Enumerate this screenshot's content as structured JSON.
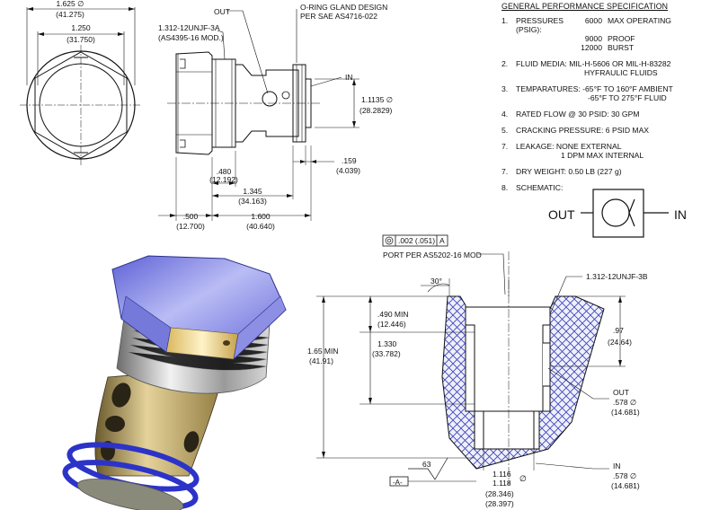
{
  "spec": {
    "heading": "GENERAL PERFORMANCE SPECIFICATION",
    "items": [
      {
        "num": "1.",
        "label": "PRESSURES (PSIG):",
        "rows": [
          {
            "value": "6000",
            "desc": "MAX OPERATING"
          },
          {
            "value": "9000",
            "desc": "PROOF"
          },
          {
            "value": "12000",
            "desc": "BURST"
          }
        ]
      },
      {
        "num": "2.",
        "lines": [
          "FLUID MEDIA: MIL-H-5606 OR MIL-H-83282",
          "HYFRAULIC FLUIDS"
        ]
      },
      {
        "num": "3.",
        "lines": [
          "TEMPARATURES:  -65°F TO 160°F AMBIENT",
          "-65°F TO 275°F FLUID"
        ]
      },
      {
        "num": "4.",
        "lines": [
          "RATED FLOW @ 30 PSID:  30 GPM"
        ]
      },
      {
        "num": "5.",
        "lines": [
          "CRACKING PRESSURE:  6 PSID MAX"
        ]
      },
      {
        "num": "7.",
        "lines": [
          "LEAKAGE:  NONE EXTERNAL",
          "1 DPM MAX INTERNAL"
        ]
      },
      {
        "num": "7.",
        "lines": [
          "DRY WEIGHT:  0.50 LB (227 g)"
        ]
      },
      {
        "num": "8.",
        "lines": [
          "SCHEMATIC:"
        ]
      }
    ],
    "schematic": {
      "out_label": "OUT",
      "in_label": "IN"
    }
  },
  "top_view": {
    "outer_dia": "1.625 ∅",
    "outer_dia_mm": "(41.275)",
    "inner_dia": "1.250",
    "inner_dia_mm": "(31.750)"
  },
  "side_view": {
    "out_label": "OUT",
    "in_label": "IN",
    "oring_note": [
      "O-RING GLAND DESIGN",
      "PER SAE AS4716-022"
    ],
    "thread_note": [
      "1.312-12UNJF-3A",
      "(AS4395-16 MOD.)"
    ],
    "dia_right": "1.1135 ∅",
    "dia_right_mm": "(28.2829)",
    "dim_159": ".159",
    "dim_159_mm": "(4.039)",
    "dim_480": ".480",
    "dim_480_mm": "(12.192)",
    "dim_1345": "1.345",
    "dim_1345_mm": "(34.163)",
    "dim_500": ".500",
    "dim_500_mm": "(12.700)",
    "dim_1600": "1.600",
    "dim_1600_mm": "(40.640)"
  },
  "port_view": {
    "fcf_value": ".002 (.051)",
    "fcf_datum": "A",
    "port_note": "PORT PER AS5202-16 MOD",
    "angle": "30°",
    "thread_note": "1.312-12UNJF-3B",
    "dim_490": ".490 MIN",
    "dim_490_mm": "(12.446)",
    "dim_1330": "1.330",
    "dim_1330_mm": "(33.782)",
    "dim_165": "1.65 MIN",
    "dim_165_mm": "(41.91)",
    "dim_97": ".97",
    "dim_97_mm": "(24.64)",
    "out_label": "OUT",
    "out_dia": ".578 ∅",
    "out_dia_mm": "(14.681)",
    "in_label": "IN",
    "in_dia": ".578 ∅",
    "in_dia_mm": "(14.681)",
    "bottom_dia_1": "1.116",
    "bottom_dia_2": "1.118",
    "bottom_dia_sym": "∅",
    "bottom_mm_1": "(28.346)",
    "bottom_mm_2": "(28.397)",
    "surface_finish": "63",
    "datum": "-A-"
  }
}
